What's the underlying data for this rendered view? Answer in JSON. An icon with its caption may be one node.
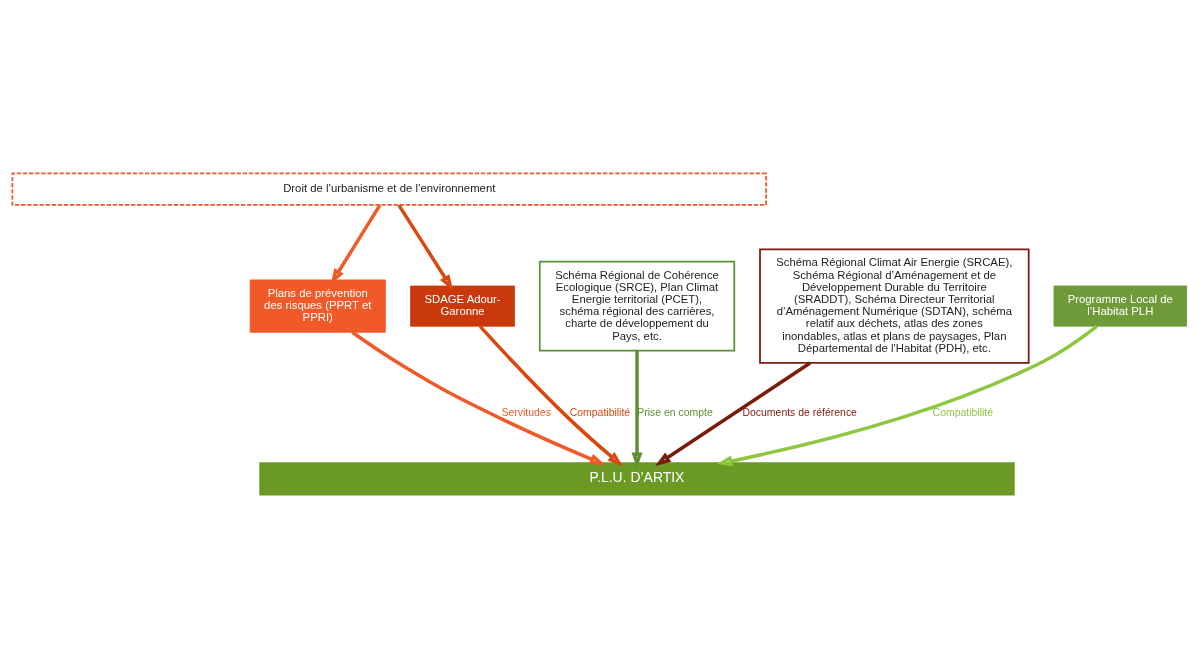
{
  "diagram": {
    "nodes": [
      {
        "text": [
          "Droit de l’urbanisme et de l’environnement"
        ]
      },
      {
        "text": [
          "Plans de prévention des risques (PPRT et PPRI)"
        ]
      },
      {
        "text": [
          "SDAGE Adour-Garonne"
        ]
      },
      {
        "text": [
          "Schéma Régional de Cohérence Ecologique (SRCE), Plan Climat Energie territorial (PCET), schéma régional des carrières, charte de développement du Pays, etc."
        ]
      },
      {
        "text": [
          "Schéma Régional Climat Air Energie (SRCAE), Schéma Régional d’Aménagement et de Développement Durable du Territoire (SRADDT), Schéma Directeur Territorial d’Aménagement Numérique (SDTAN), schéma relatif aux déchets, atlas des zones inondables, atlas et plans de paysages, Plan Départemental de l'Habitat (PDH), etc."
        ]
      },
      {
        "text": [
          "Programme Local de l’Habitat PLH"
        ]
      },
      {
        "text": [
          "P.L.U. D’ARTIX"
        ]
      }
    ],
    "edges": [
      {
        "from": 0,
        "to": 1,
        "arrow": "to",
        "color": "#f05a28"
      },
      {
        "from": 0,
        "to": 2,
        "arrow": "to",
        "color": "#d9480f"
      },
      {
        "from": 1,
        "to": 6,
        "arrow": "to",
        "color": "#f05a28",
        "label": "Servitudes"
      },
      {
        "from": 2,
        "to": 6,
        "arrow": "to",
        "color": "#d9480f",
        "label": "Compatibilité"
      },
      {
        "from": 3,
        "to": 6,
        "arrow": "to",
        "color": "#5e8f32",
        "label": "Prise en compte"
      },
      {
        "from": 5,
        "to": 6,
        "arrow": "to",
        "color": "#8dc63f",
        "label": "Compatibilité"
      },
      {
        "from": 4,
        "to": 6,
        "arrow": "to",
        "color": "#7a1c0c",
        "label": "Documents de référence"
      }
    ]
  }
}
